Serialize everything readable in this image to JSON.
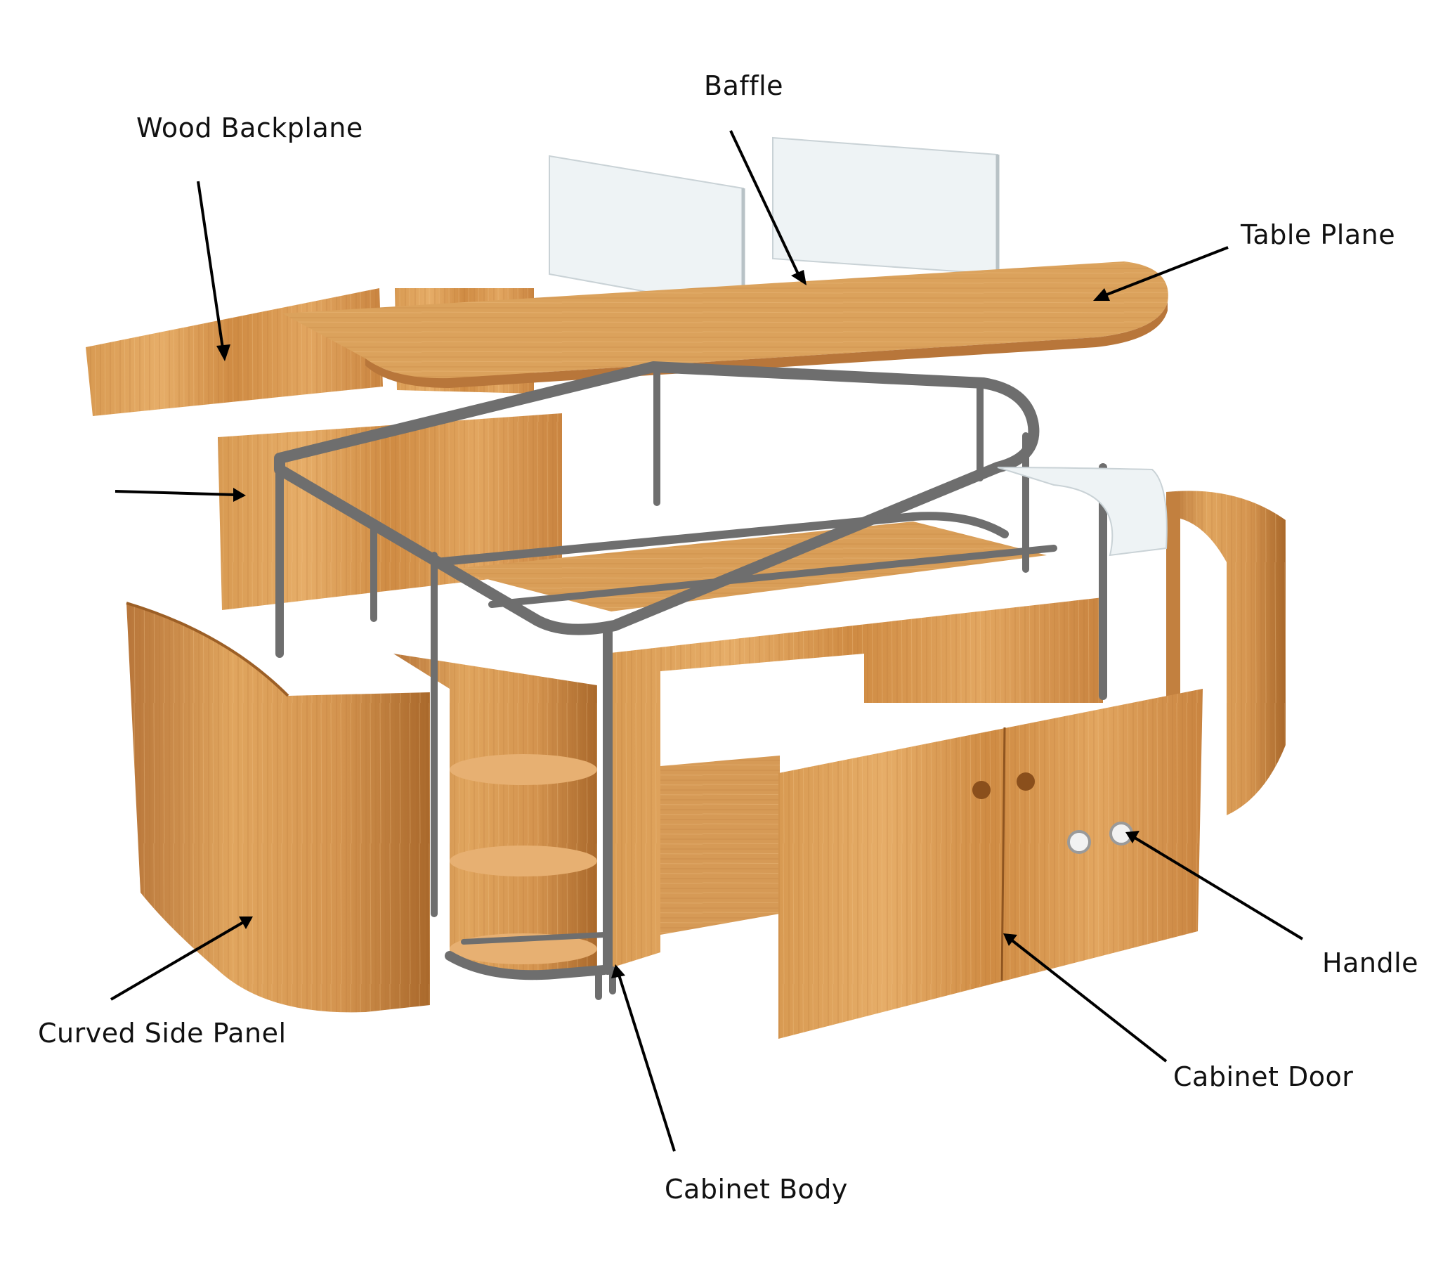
{
  "labels": {
    "baffle": "Baffle",
    "wood_backplane": "Wood Backplane",
    "table_plane": "Table Plane",
    "curved_side_panel": "Curved Side Panel",
    "handle": "Handle",
    "cabinet_door": "Cabinet Door",
    "cabinet_body": "Cabinet Body"
  },
  "colors": {
    "wood_light": "#e0a55e",
    "wood_mid": "#cf8b43",
    "wood_dark": "#a9682b",
    "frame_gray": "#6e6e6e",
    "frame_dark": "#4f4f4f",
    "acrylic": "#e8eef0",
    "arrow": "#000000"
  }
}
